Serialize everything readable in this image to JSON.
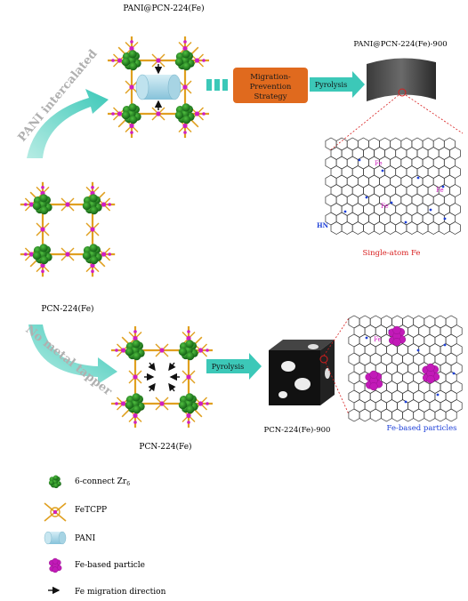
{
  "top_framework_label": "PANI@PCN-224(Fe)",
  "pyrolyzed_product_label": "PANI@PCN-224(Fe)-900",
  "curved_arrow_top_label": "PANI intercalated",
  "curved_arrow_bottom_label": "No metal tapper",
  "parent_framework_label": "PCN-224(Fe)",
  "bottom_framework_label": "PCN-224(Fe)",
  "strategy_box_text": [
    "Migration-",
    "Prevention",
    "Strategy"
  ],
  "pyrolysis_label_top": "Pyrolysis",
  "pyrolysis_label_bottom": "Pyrolysis",
  "single_atom_label": "Single-atom Fe",
  "bottom_product_label": "PCN-224(Fe)-900",
  "fe_particles_label": "Fe-based particles",
  "atom_labels": {
    "fe": "Fe",
    "n": "N",
    "hn": "HN"
  },
  "legend": [
    {
      "name": "6-connect-zr6",
      "label": "6-connect Zr",
      "sub": "6"
    },
    {
      "name": "fetcpp",
      "label": "FeTCPP"
    },
    {
      "name": "pani",
      "label": "PANI"
    },
    {
      "name": "fe-particle",
      "label": "Fe-based particle"
    },
    {
      "name": "fe-migration",
      "label": "Fe migration direction"
    }
  ],
  "colors": {
    "zr_cluster": "#1e7a1e",
    "linker": "#e0a020",
    "fe_atom": "#d020c0",
    "pani": "#9fd3e6",
    "arrow_teal": "#3cc8b8",
    "strategy_box": "#e06a1e",
    "label_red": "#d81e1e",
    "label_blue": "#1e40d8",
    "curved_arrow_text": "#b0b0b0"
  }
}
